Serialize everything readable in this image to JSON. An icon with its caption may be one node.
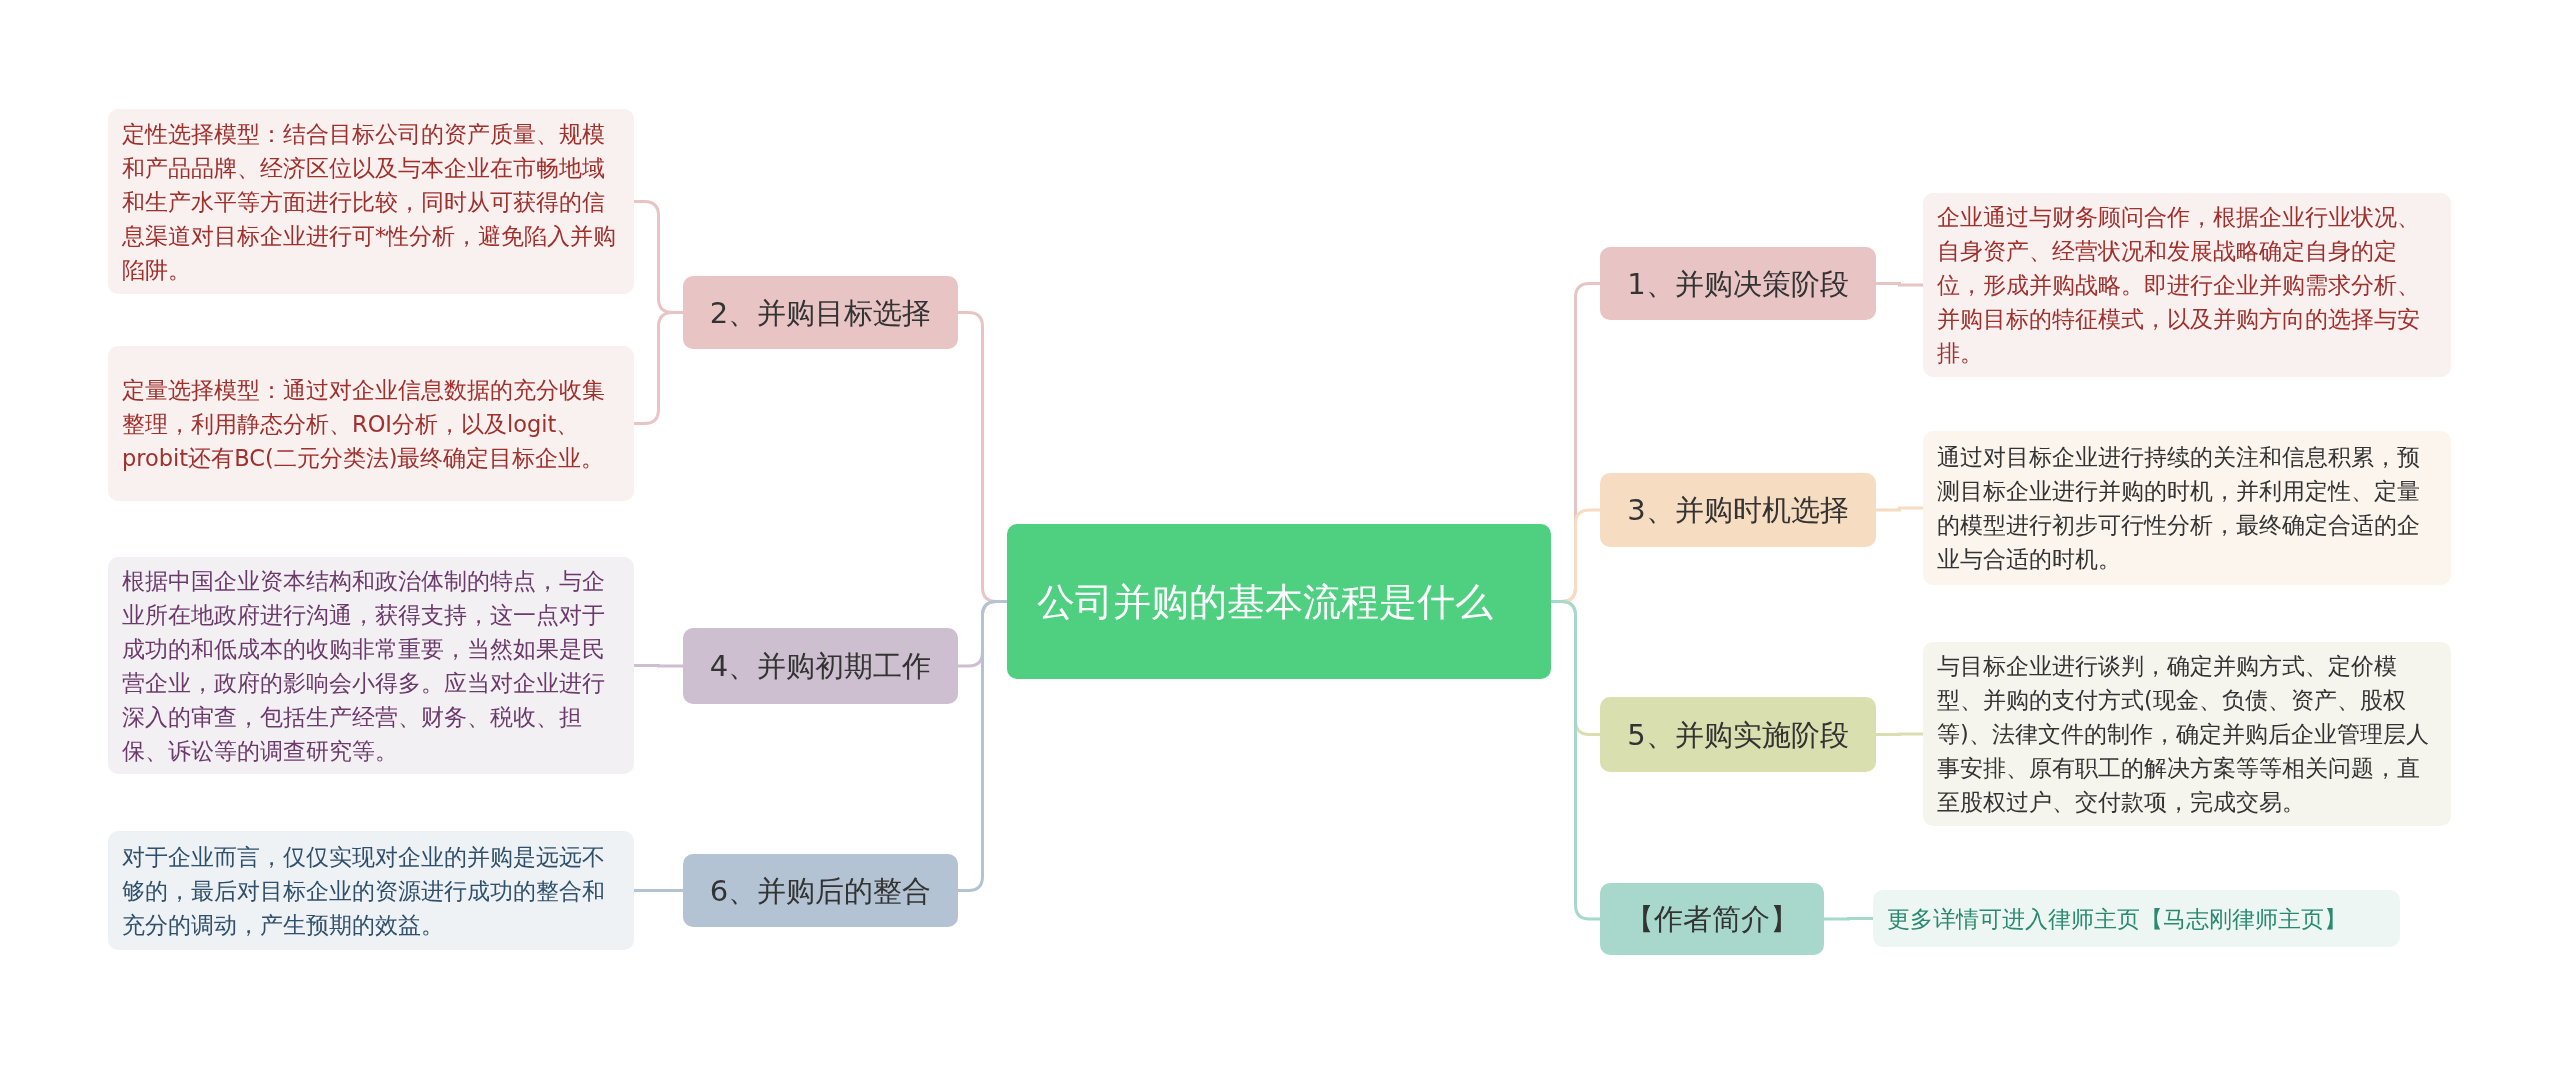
{
  "diagram": {
    "nodes": [
      {
        "text": [
          "公司并购的基本流程是什么"
        ]
      },
      {
        "text": [
          "2、并购目标选择"
        ]
      },
      {
        "text": [
          "定性选择模型：结合目标公司的资产质量、规模和产品品牌、经济区位以及与本企业在市畅地域和生产水平等方面进行比较，同时从可获得的信息渠道对目标企业进行可*性分析，避免陷入并购陷阱。"
        ]
      },
      {
        "text": [
          "定量选择模型：通过对企业信息数据的充分收集整理，利用静态分析、ROI分析，以及logit、probit还有BC(二元分类法)最终确定目标企业。"
        ]
      },
      {
        "text": [
          "4、并购初期工作"
        ]
      },
      {
        "text": [
          "根据中国企业资本结构和政治体制的特点，与企业所在地政府进行沟通，获得支持，这一点对于成功的和低成本的收购非常重要，当然如果是民营企业，政府的影响会小得多。应当对企业进行深入的审查，包括生产经营、财务、税收、担保、诉讼等的调查研究等。"
        ]
      },
      {
        "text": [
          "6、并购后的整合"
        ]
      },
      {
        "text": [
          "对于企业而言，仅仅实现对企业的并购是远远不够的，最后对目标企业的资源进行成功的整合和充分的调动，产生预期的效益。"
        ]
      },
      {
        "text": [
          "1、并购决策阶段"
        ]
      },
      {
        "text": [
          "企业通过与财务顾问合作，根据企业行业状况、自身资产、经营状况和发展战略确定自身的定位，形成并购战略。即进行企业并购需求分析、并购目标的特征模式，以及并购方向的选择与安排。"
        ]
      },
      {
        "text": [
          "3、并购时机选择"
        ]
      },
      {
        "text": [
          "通过对目标企业进行持续的关注和信息积累，预测目标企业进行并购的时机，并利用定性、定量的模型进行初步可行性分析，最终确定合适的企业与合适的时机。"
        ]
      },
      {
        "text": [
          "5、并购实施阶段"
        ]
      },
      {
        "text": [
          "与目标企业进行谈判，确定并购方式、定价模型、并购的支付方式(现金、负债、资产、股权等)、法律文件的制作，确定并购后企业管理层人事安排、原有职工的解决方案等等相关问题，直至股权过户、交付款项，完成交易。"
        ]
      },
      {
        "text": [
          "【作者简介】"
        ]
      },
      {
        "text": [
          "更多详情可进入律师主页【马志刚律师主页】"
        ]
      }
    ],
    "edges": [
      {
        "from": 0,
        "to": 1,
        "arrow": "none",
        "color": "#e8c4c4"
      },
      {
        "from": 1,
        "to": 2,
        "arrow": "none",
        "color": "#e8c4c4"
      },
      {
        "from": 1,
        "to": 3,
        "arrow": "none",
        "color": "#e8c4c4"
      },
      {
        "from": 0,
        "to": 4,
        "arrow": "none",
        "color": "#cdbfcf"
      },
      {
        "from": 4,
        "to": 5,
        "arrow": "none",
        "color": "#cdbfcf"
      },
      {
        "from": 0,
        "to": 6,
        "arrow": "none",
        "color": "#b3c3d3"
      },
      {
        "from": 6,
        "to": 7,
        "arrow": "none",
        "color": "#b3c3d3"
      },
      {
        "from": 0,
        "to": 8,
        "arrow": "none",
        "color": "#e8c4c4"
      },
      {
        "from": 8,
        "to": 9,
        "arrow": "none",
        "color": "#e8c4c4"
      },
      {
        "from": 0,
        "to": 10,
        "arrow": "none",
        "color": "#f6dcc0"
      },
      {
        "from": 10,
        "to": 11,
        "arrow": "none",
        "color": "#f6dcc0"
      },
      {
        "from": 0,
        "to": 12,
        "arrow": "none",
        "color": "#d9dfae"
      },
      {
        "from": 12,
        "to": 13,
        "arrow": "none",
        "color": "#d9dfae"
      },
      {
        "from": 0,
        "to": 14,
        "arrow": "none",
        "color": "#a8d8cc"
      },
      {
        "from": 14,
        "to": 15,
        "arrow": "none",
        "color": "#a8d8cc"
      }
    ]
  }
}
